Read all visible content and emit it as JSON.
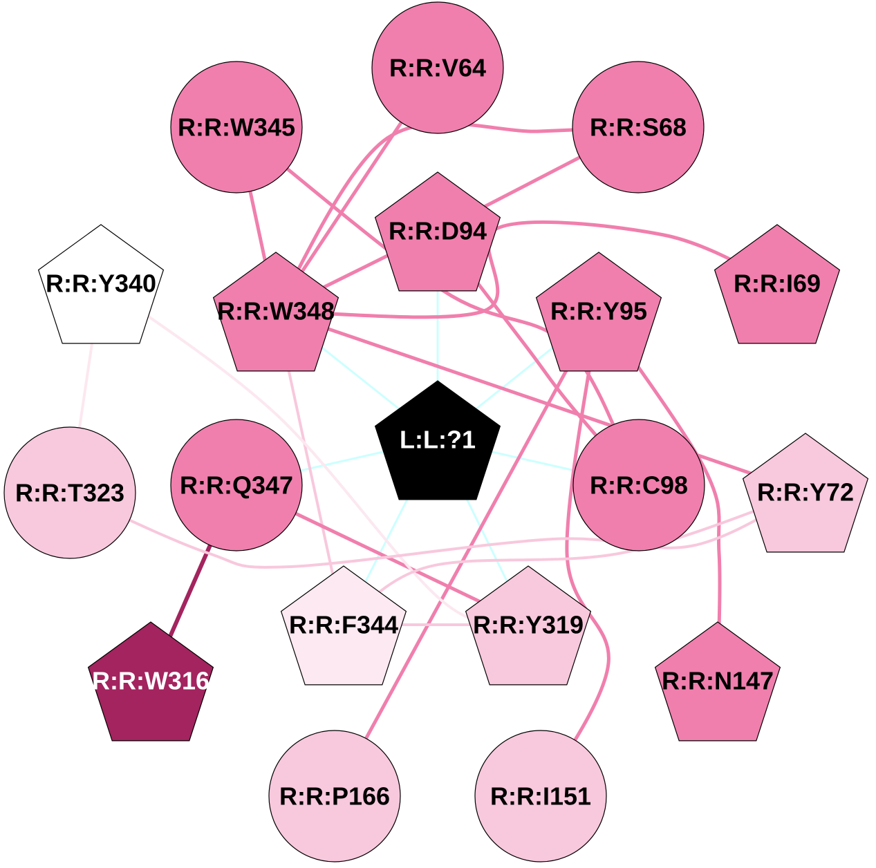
{
  "palette": {
    "strong": "#f07fad",
    "dark": "#a3245e",
    "light": "#f8c8dc",
    "pale": "#fce9f1",
    "white": "#ffffff",
    "ligand": "#000000",
    "ligand_edge": "#ccffff",
    "pale_edge": "#fce8f0"
  },
  "nodes": [
    {
      "id": "V64",
      "label": "R:R:V64",
      "shape": "circle",
      "color": "strong",
      "text": "#000000"
    },
    {
      "id": "W345",
      "label": "R:R:W345",
      "shape": "circle",
      "color": "strong",
      "text": "#000000"
    },
    {
      "id": "S68",
      "label": "R:R:S68",
      "shape": "circle",
      "color": "strong",
      "text": "#000000"
    },
    {
      "id": "D94",
      "label": "R:R:D94",
      "shape": "pentagon",
      "color": "strong",
      "text": "#000000"
    },
    {
      "id": "Y340",
      "label": "R:R:Y340",
      "shape": "pentagon",
      "color": "white",
      "text": "#000000"
    },
    {
      "id": "I69",
      "label": "R:R:I69",
      "shape": "pentagon",
      "color": "strong",
      "text": "#000000"
    },
    {
      "id": "W348",
      "label": "R:R:W348",
      "shape": "pentagon",
      "color": "strong",
      "text": "#000000"
    },
    {
      "id": "Y95",
      "label": "R:R:Y95",
      "shape": "pentagon",
      "color": "strong",
      "text": "#000000"
    },
    {
      "id": "L1",
      "label": "L:L:?1",
      "shape": "pentagon",
      "color": "ligand",
      "text": "#ffffff"
    },
    {
      "id": "T323",
      "label": "R:R:T323",
      "shape": "circle",
      "color": "light",
      "text": "#000000"
    },
    {
      "id": "Q347",
      "label": "R:R:Q347",
      "shape": "circle",
      "color": "strong",
      "text": "#000000"
    },
    {
      "id": "C98",
      "label": "R:R:C98",
      "shape": "circle",
      "color": "strong",
      "text": "#000000"
    },
    {
      "id": "Y72",
      "label": "R:R:Y72",
      "shape": "pentagon",
      "color": "light",
      "text": "#000000"
    },
    {
      "id": "F344",
      "label": "R:R:F344",
      "shape": "pentagon",
      "color": "pale",
      "text": "#000000"
    },
    {
      "id": "Y319",
      "label": "R:R:Y319",
      "shape": "pentagon",
      "color": "light",
      "text": "#000000"
    },
    {
      "id": "W316",
      "label": "R:R:W316",
      "shape": "pentagon",
      "color": "dark",
      "text": "#ffffff"
    },
    {
      "id": "N147",
      "label": "R:R:N147",
      "shape": "pentagon",
      "color": "strong",
      "text": "#000000"
    },
    {
      "id": "P166",
      "label": "R:R:P166",
      "shape": "circle",
      "color": "light",
      "text": "#000000"
    },
    {
      "id": "I151",
      "label": "R:R:I151",
      "shape": "circle",
      "color": "light",
      "text": "#000000"
    }
  ],
  "edges": [
    {
      "source": "L1",
      "target": "D94",
      "color": "ligand_edge"
    },
    {
      "source": "L1",
      "target": "W348",
      "color": "ligand_edge"
    },
    {
      "source": "L1",
      "target": "Y95",
      "color": "ligand_edge"
    },
    {
      "source": "L1",
      "target": "Q347",
      "color": "ligand_edge"
    },
    {
      "source": "L1",
      "target": "F344",
      "color": "ligand_edge"
    },
    {
      "source": "L1",
      "target": "Y319",
      "color": "ligand_edge"
    },
    {
      "source": "L1",
      "target": "C98",
      "color": "ligand_edge"
    },
    {
      "source": "W348",
      "target": "V64",
      "color": "strong"
    },
    {
      "source": "W348",
      "target": "W345",
      "color": "strong"
    },
    {
      "source": "W348",
      "target": "S68",
      "color": "strong"
    },
    {
      "source": "W348",
      "target": "D94",
      "color": "strong"
    },
    {
      "source": "W348",
      "target": "I69",
      "color": "strong"
    },
    {
      "source": "W348",
      "target": "Y72",
      "color": "strong"
    },
    {
      "source": "W348",
      "target": "F344",
      "color": "light"
    },
    {
      "source": "W345",
      "target": "C98",
      "color": "strong"
    },
    {
      "source": "D94",
      "target": "S68",
      "color": "strong"
    },
    {
      "source": "D94",
      "target": "C98",
      "color": "strong"
    },
    {
      "source": "Y95",
      "target": "N147",
      "color": "strong"
    },
    {
      "source": "Y95",
      "target": "I151",
      "color": "strong"
    },
    {
      "source": "Y95",
      "target": "P166",
      "color": "strong"
    },
    {
      "source": "Q347",
      "target": "W316",
      "color": "dark"
    },
    {
      "source": "Q347",
      "target": "Y319",
      "color": "strong"
    },
    {
      "source": "Y340",
      "target": "T323",
      "color": "pale_edge"
    },
    {
      "source": "Y340",
      "target": "Y319",
      "color": "pale_edge"
    },
    {
      "source": "T323",
      "target": "Y72",
      "color": "light"
    },
    {
      "source": "Y72",
      "target": "F344",
      "color": "light"
    },
    {
      "source": "F344",
      "target": "Y319",
      "color": "light"
    }
  ]
}
